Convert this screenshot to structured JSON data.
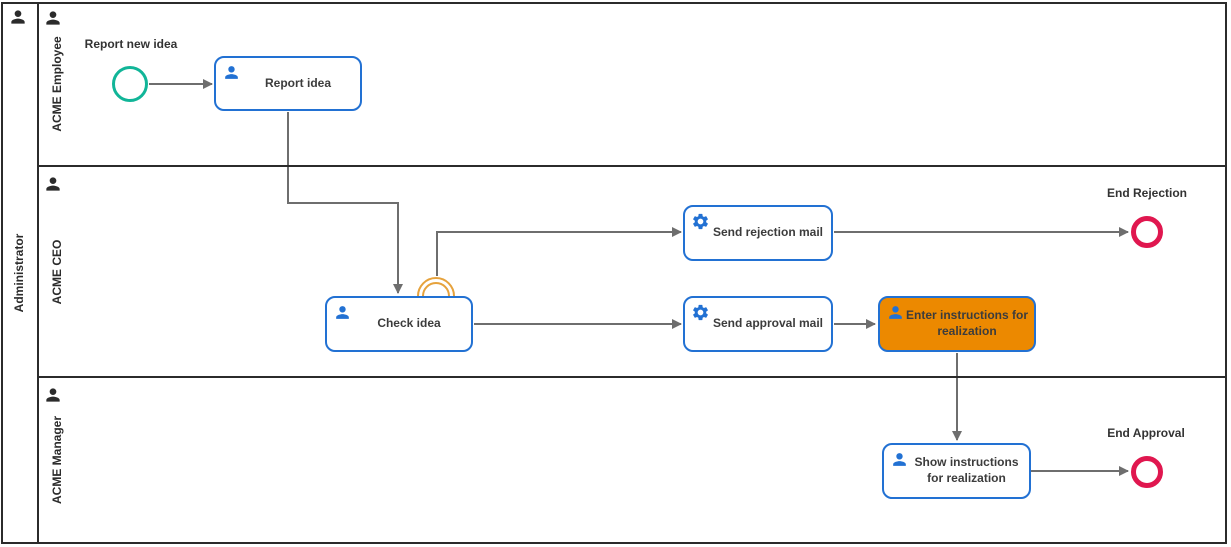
{
  "diagram": {
    "pool": {
      "label": "Administrator"
    },
    "lanes": [
      {
        "label": "ACME Employee"
      },
      {
        "label": "ACME CEO"
      },
      {
        "label": "ACME Manager"
      }
    ],
    "events": {
      "start": {
        "label": "Report new idea",
        "type": "start-event",
        "color": "#11b598"
      },
      "boundary": {
        "type": "boundary-event",
        "color": "#e6a23c"
      },
      "end_rejection": {
        "label": "End Rejection",
        "type": "end-event",
        "color": "#e0174f"
      },
      "end_approval": {
        "label": "End Approval",
        "type": "end-event",
        "color": "#e0174f"
      }
    },
    "tasks": {
      "report_idea": {
        "label": "Report idea",
        "type": "user-task"
      },
      "check_idea": {
        "label": "Check idea",
        "type": "user-task"
      },
      "send_rejection_mail": {
        "label": "Send rejection mail",
        "type": "service-task"
      },
      "send_approval_mail": {
        "label": "Send approval mail",
        "type": "service-task"
      },
      "enter_instructions": {
        "label": "Enter instructions for realization",
        "type": "user-task",
        "state": "active",
        "fill": "#ec8900"
      },
      "show_instructions": {
        "label": "Show instructions for realization",
        "type": "user-task"
      }
    },
    "colors": {
      "task_border": "#2271d3",
      "icon_blue": "#2271d3",
      "flow": "#6e6e6e",
      "frame": "#2b2b2b",
      "text": "#3c3c3c"
    }
  }
}
